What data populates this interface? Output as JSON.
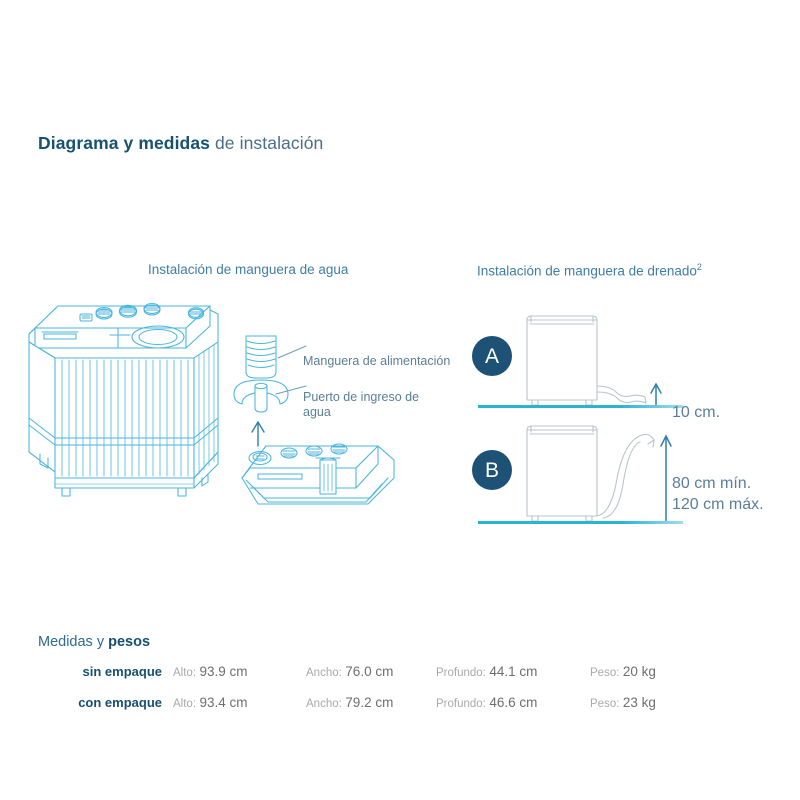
{
  "title": {
    "strong": "Diagrama y medidas",
    "light": " de instalación"
  },
  "sections": {
    "water": {
      "heading": "Instalación de manguera de agua"
    },
    "drain": {
      "heading": "Instalación de manguera de drenado",
      "superscript": "2"
    }
  },
  "water_callouts": {
    "hose": "Manguera de alimentación",
    "port": "Puerto de ingreso de\nagua"
  },
  "drain": {
    "badge_a": "A",
    "badge_b": "B",
    "measure_a": "10 cm.",
    "measure_b": "80 cm mín.\n120 cm máx."
  },
  "measures": {
    "title_light": "Medidas y ",
    "title_bold": "pesos",
    "rows": [
      {
        "label": "sin empaque",
        "cells": [
          {
            "key": "Alto:",
            "value": "93.9 cm"
          },
          {
            "key": "Ancho:",
            "value": "76.0 cm"
          },
          {
            "key": "Profundo:",
            "value": "44.1 cm"
          },
          {
            "key": "Peso:",
            "value": "20 kg"
          }
        ]
      },
      {
        "label": "con empaque",
        "cells": [
          {
            "key": "Alto:",
            "value": "93.4 cm"
          },
          {
            "key": "Ancho:",
            "value": "79.2 cm"
          },
          {
            "key": "Profundo:",
            "value": "46.6 cm"
          },
          {
            "key": "Peso:",
            "value": "23 kg"
          }
        ]
      }
    ]
  },
  "colors": {
    "title_dark": "#17506f",
    "title_light": "#4a6f88",
    "heading": "#3f7ea3",
    "badge": "#1d5176",
    "ground_line": "#2bb3d6",
    "line_art": "#4bb6dd",
    "line_art_gray": "#b9c4cb",
    "label_text": "#5a7f96",
    "table_key": "#a7a9ac",
    "table_value": "#6d6e71"
  }
}
